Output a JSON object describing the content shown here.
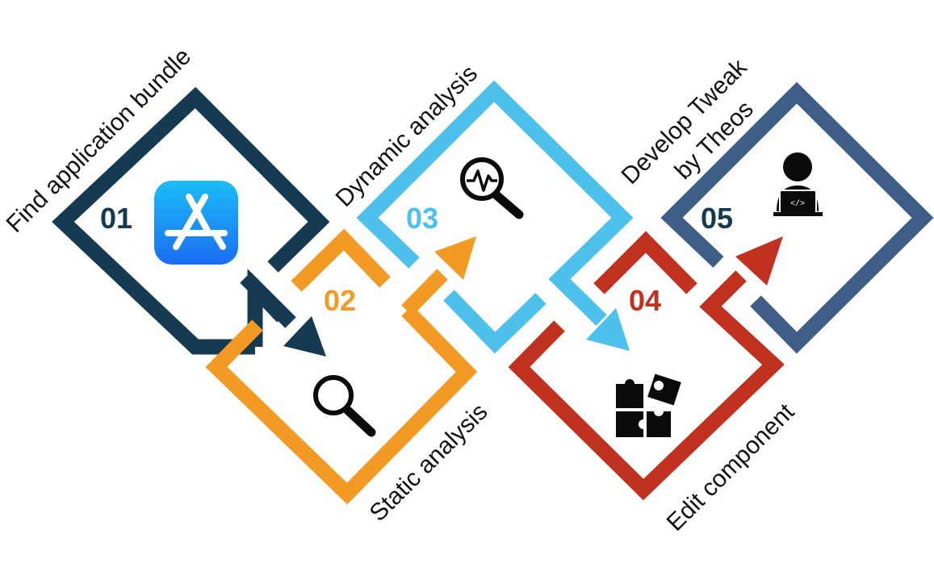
{
  "steps": [
    {
      "number": "01",
      "label": "Find application bundle",
      "color": "#173A53",
      "icon": "app-store-icon"
    },
    {
      "number": "02",
      "label": "Static analysis",
      "color": "#F39A25",
      "icon": "magnifier-icon"
    },
    {
      "number": "03",
      "label": "Dynamic analysis",
      "color": "#4DC0EC",
      "icon": "activity-magnifier-icon"
    },
    {
      "number": "04",
      "label": "Edit component",
      "color": "#C0311F",
      "icon": "puzzle-icon"
    },
    {
      "number": "05",
      "label_line1": "Develop Tweak",
      "label_line2": "by Theos",
      "color": "#3E5E88",
      "icon": "developer-laptop-icon"
    }
  ],
  "colors": {
    "app_icon_top": "#1BBDF8",
    "app_icon_bottom": "#1B6DF1",
    "icon_black": "#0b0b0b"
  }
}
